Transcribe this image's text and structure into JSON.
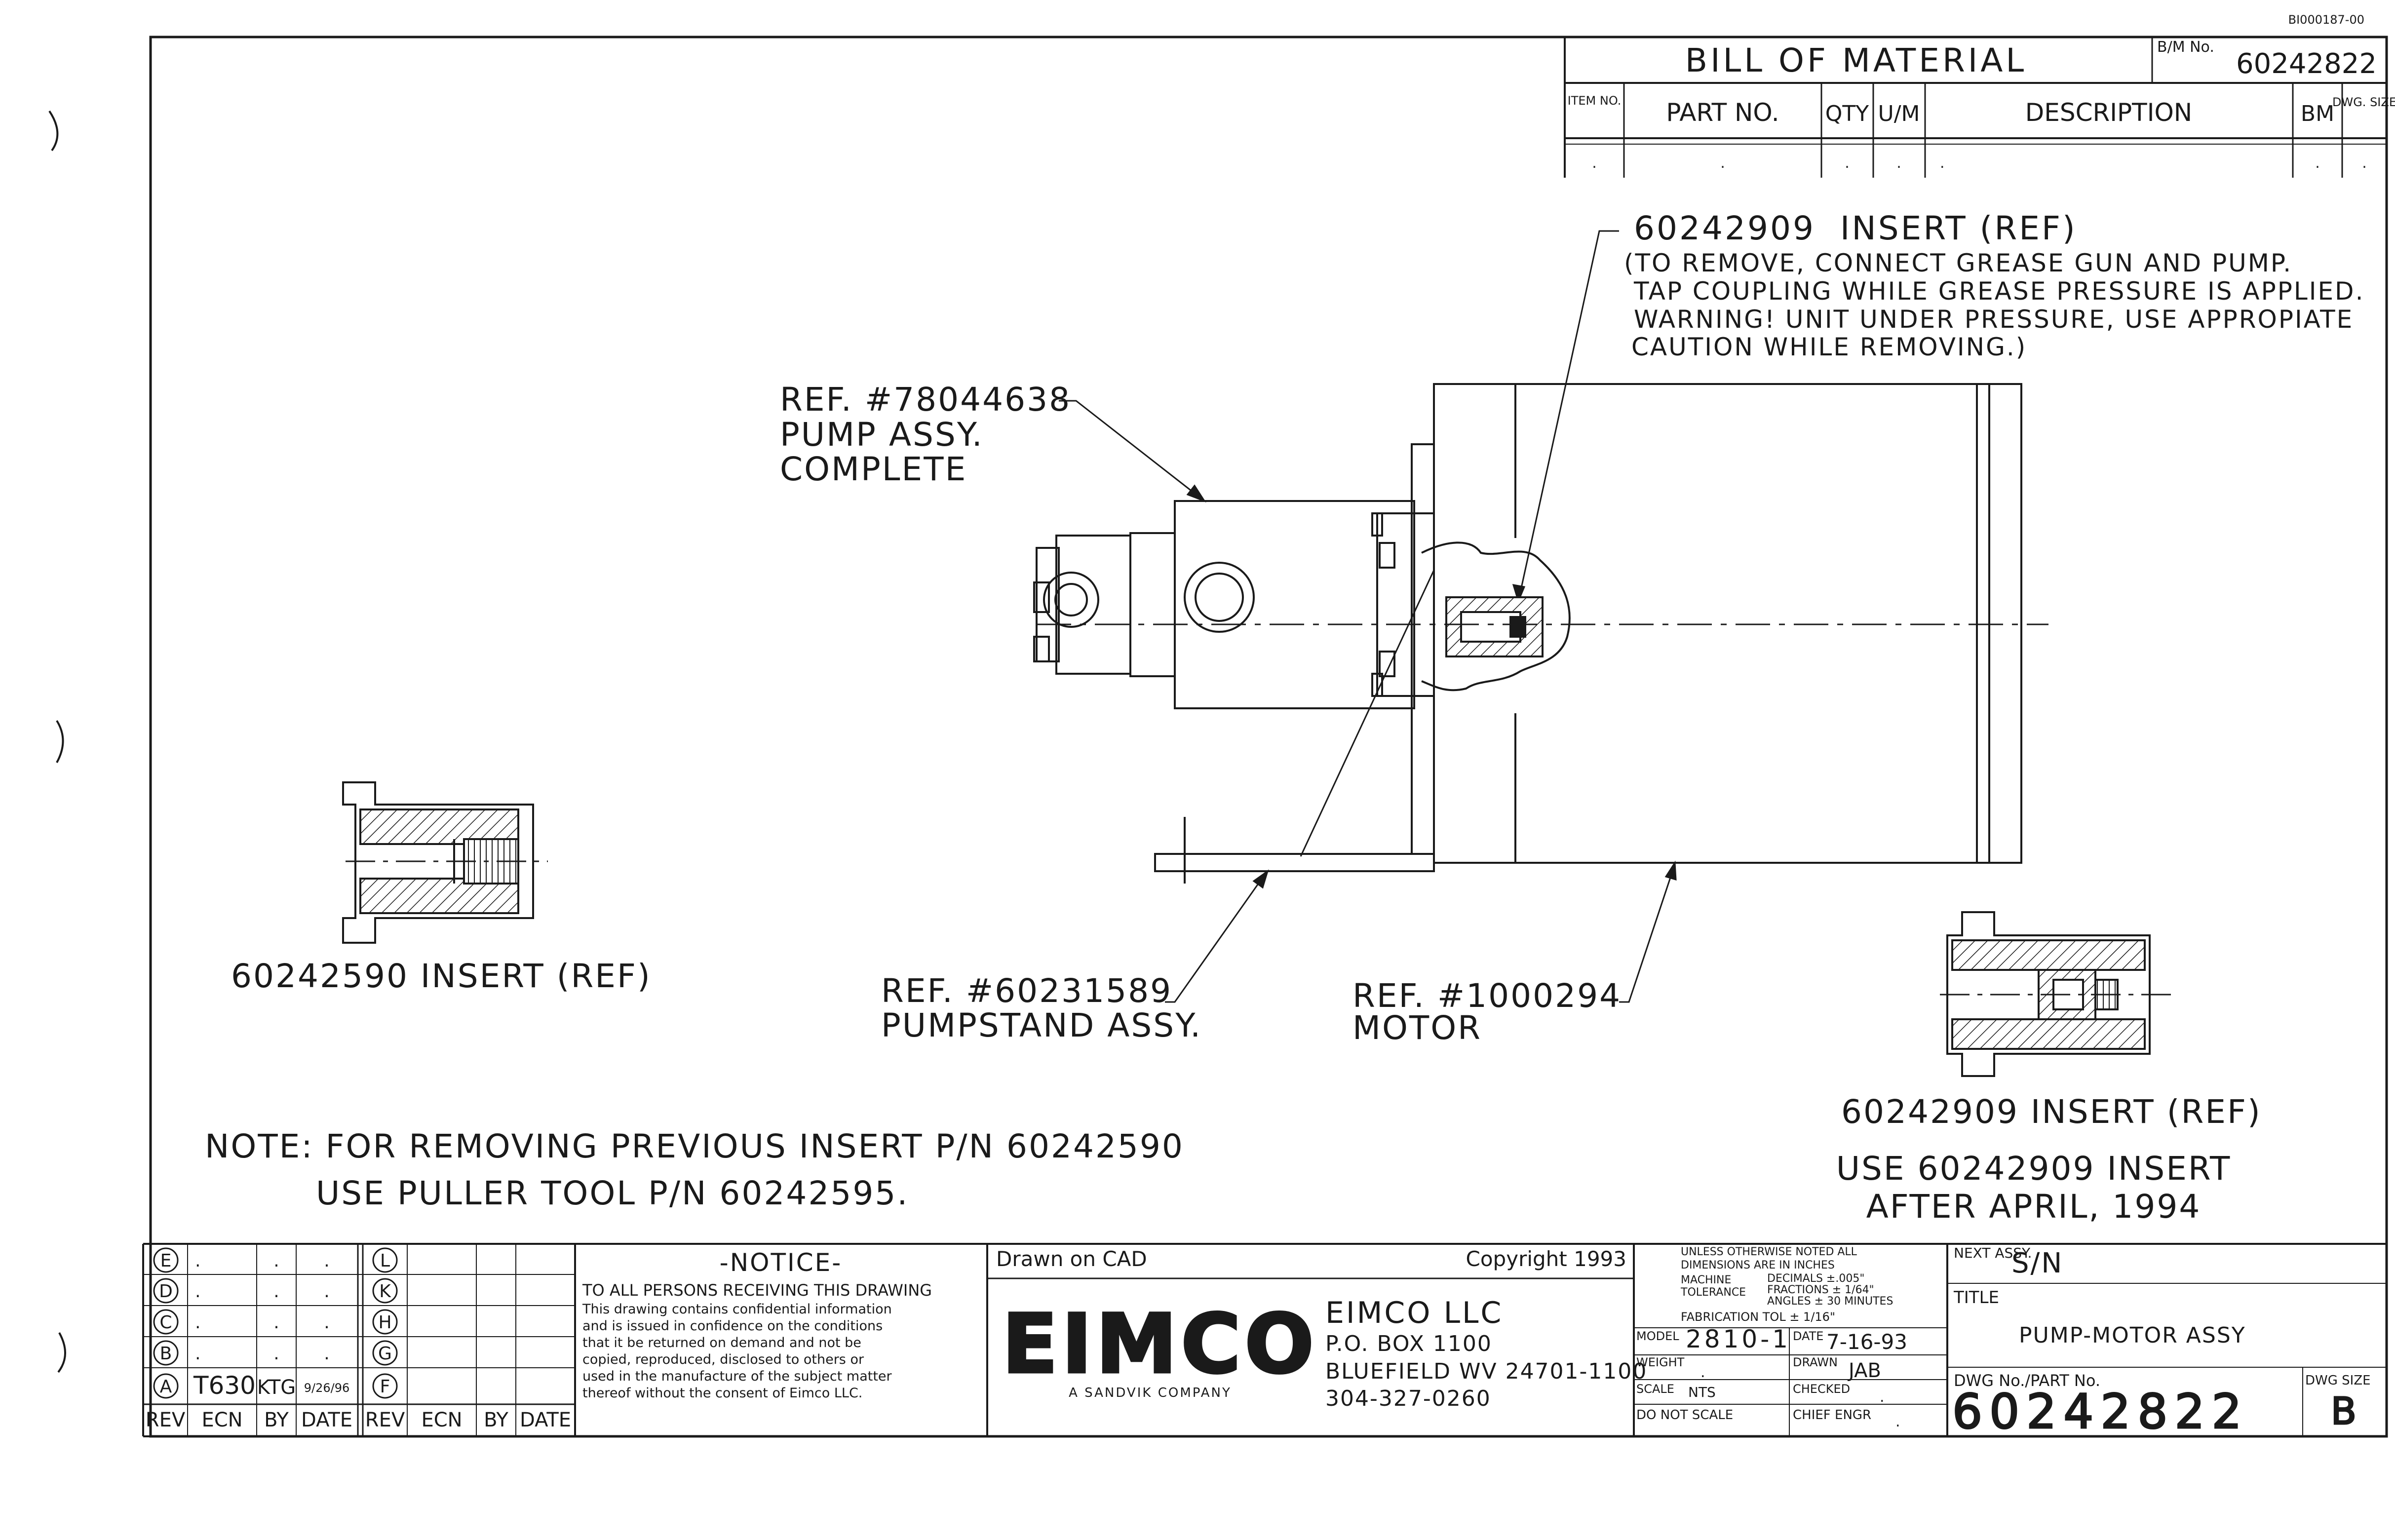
{
  "sheet_id": "BI000187-00",
  "bom": {
    "title": "BILL OF MATERIAL",
    "bm_no_label": "B/M No.",
    "bm_no": "60242822",
    "headers": {
      "item_no": "ITEM NO.",
      "part_no": "PART NO.",
      "qty": "QTY",
      "um": "U/M",
      "description": "DESCRIPTION",
      "bm": "BM",
      "dwg_size": "DWG. SIZE"
    },
    "row": {
      "item_no": ".",
      "part_no": ".",
      "qty": ".",
      "um": ".",
      "description": ".",
      "bm": ".",
      "dwg_size": "."
    }
  },
  "callouts": {
    "insert_main": {
      "title": "60242909  INSERT (REF)",
      "lines": [
        "(TO REMOVE, CONNECT GREASE GUN AND PUMP.",
        "TAP COUPLING WHILE GREASE PRESSURE IS APPLIED.",
        "WARNING! UNIT UNDER PRESSURE, USE APPROPIATE",
        "CAUTION WHILE REMOVING.)"
      ]
    },
    "pump": {
      "lines": [
        "REF. #78044638",
        "PUMP ASSY.",
        "COMPLETE"
      ]
    },
    "pumpstand": {
      "lines": [
        "REF. #60231589",
        "PUMPSTAND ASSY."
      ]
    },
    "motor": {
      "lines": [
        "REF. #1000294",
        "MOTOR"
      ]
    },
    "insert_old": "60242590 INSERT (REF)",
    "insert_new": "60242909 INSERT (REF)",
    "use_note": [
      "USE 60242909 INSERT",
      "AFTER APRIL, 1994"
    ]
  },
  "note": [
    "NOTE: FOR REMOVING PREVIOUS INSERT P/N 60242590",
    "USE PULLER TOOL P/N 60242595."
  ],
  "revisions": {
    "left_rows": [
      {
        "rev": "E",
        "ecn": ".",
        "by": ".",
        "date": "."
      },
      {
        "rev": "D",
        "ecn": ".",
        "by": ".",
        "date": "."
      },
      {
        "rev": "C",
        "ecn": ".",
        "by": ".",
        "date": "."
      },
      {
        "rev": "B",
        "ecn": ".",
        "by": ".",
        "date": "."
      },
      {
        "rev": "A",
        "ecn": "T630",
        "by": "KTG",
        "date": "9/26/96"
      }
    ],
    "right_rows": [
      {
        "rev": "L",
        "ecn": "",
        "by": "",
        "date": ""
      },
      {
        "rev": "K",
        "ecn": "",
        "by": "",
        "date": ""
      },
      {
        "rev": "H",
        "ecn": "",
        "by": "",
        "date": ""
      },
      {
        "rev": "G",
        "ecn": "",
        "by": "",
        "date": ""
      },
      {
        "rev": "F",
        "ecn": "",
        "by": "",
        "date": ""
      }
    ],
    "headers": {
      "rev": "REV",
      "ecn": "ECN",
      "by": "BY",
      "date": "DATE"
    }
  },
  "notice": {
    "title": "-NOTICE-",
    "lines": [
      "TO ALL PERSONS RECEIVING THIS DRAWING",
      "This drawing contains confidential information",
      "and is issued in confidence on the conditions",
      "that it be returned on demand and not be",
      "copied, reproduced, disclosed to others or",
      "used in the manufacture of the subject matter",
      "thereof without the consent of Eimco LLC."
    ]
  },
  "company": {
    "drawn_on": "Drawn on CAD",
    "copyright": "Copyright 1993",
    "logo": "EIMCO",
    "tagline": "A SANDVIK COMPANY",
    "name": "EIMCO LLC",
    "address": [
      "P.O. BOX 1100",
      "BLUEFIELD WV 24701-1100",
      "304-327-0260"
    ]
  },
  "tolerances": {
    "lines": [
      "UNLESS OTHERWISE NOTED ALL",
      "DIMENSIONS ARE IN INCHES",
      "DECIMALS ±.005\"",
      "FRACTIONS ± 1/64\"",
      "ANGLES ± 30 MINUTES",
      "FABRICATION TOL ± 1/16\""
    ],
    "machine_label": "MACHINE",
    "tolerance_label": "TOLERANCE"
  },
  "title_block": {
    "model_label": "MODEL",
    "model": "2810-1",
    "date_label": "DATE",
    "date": "7-16-93",
    "weight_label": "WEIGHT",
    "weight": ".",
    "drawn_label": "DRAWN",
    "drawn": "JAB",
    "scale_label": "SCALE",
    "scale": "NTS",
    "checked_label": "CHECKED",
    "checked": ".",
    "do_not_scale": "DO NOT SCALE",
    "chief_engr_label": "CHIEF ENGR",
    "chief_engr": ".",
    "next_assy_label": "NEXT ASSY.",
    "next_assy": "S/N",
    "title_label": "TITLE",
    "title": "PUMP-MOTOR ASSY",
    "dwg_no_label": "DWG No./PART No.",
    "dwg_no": "60242822",
    "dwg_size_label": "DWG SIZE",
    "dwg_size": "B"
  }
}
